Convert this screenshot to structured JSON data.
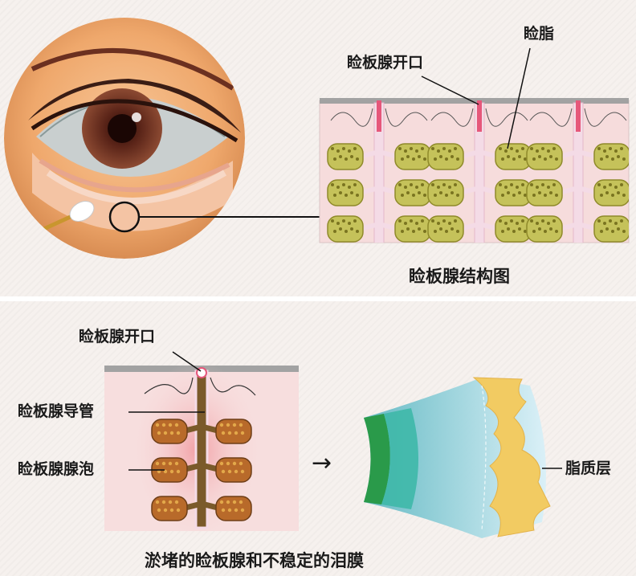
{
  "top": {
    "label_opening": "睑板腺开口",
    "label_lipid": "睑脂",
    "caption": "睑板腺结构图"
  },
  "bottom": {
    "label_opening": "睑板腺开口",
    "label_duct": "睑板腺导管",
    "label_acinus": "睑板腺腺泡",
    "label_lipid_layer": "脂质层",
    "arrow_glyph": "→",
    "caption": "淤堵的睑板腺和不稳定的泪膜"
  },
  "colors": {
    "skin": "#f2b07a",
    "iris": "#6e2f22",
    "acinus_healthy": "#c5c25a",
    "acinus_blocked": "#b86a2a",
    "duct": "#f4dbe6",
    "tissue": "#f5dbdb",
    "lipid": "#f2cb62",
    "water": "#9fd3ea",
    "mucin": "#2a9a4a"
  }
}
